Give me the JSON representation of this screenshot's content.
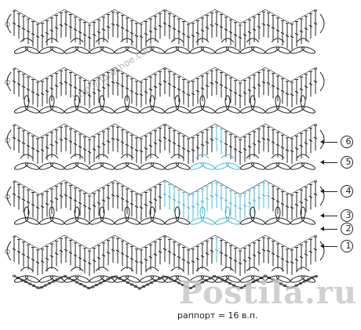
{
  "diagram": {
    "colors": {
      "stitch": "#222222",
      "highlight": "#4bb4d8",
      "watermark": "#c8c8c8"
    },
    "row_numbers": [
      {
        "label": "6",
        "circled": false
      },
      {
        "label": "5",
        "circled": true
      },
      {
        "label": "4",
        "circled": true
      },
      {
        "label": "3",
        "circled": true
      },
      {
        "label": "2",
        "circled": true
      },
      {
        "label": "1",
        "circled": true
      }
    ],
    "repeat_note": "раппорт = 16 в.п."
  },
  "watermarks": {
    "url": "http://horoshoe.com",
    "brand": "Postila.ru"
  }
}
